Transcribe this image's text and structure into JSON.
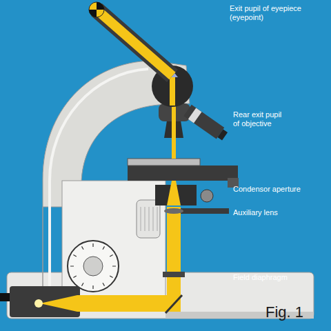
{
  "diagram": {
    "caption": "Fig. 1",
    "labels": [
      "Exit pupil of eyepiece (eyepoint)",
      "Rear exit pupil of objective",
      "Condensor aperture",
      "Auxiliary lens",
      "Field diaphragm"
    ]
  }
}
